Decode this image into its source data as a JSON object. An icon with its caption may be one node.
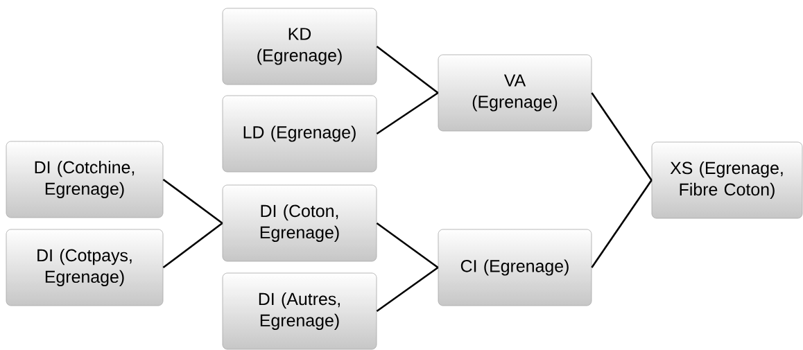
{
  "diagram": {
    "nodes": [
      {
        "text": [
          "KD (Egrenage)"
        ]
      },
      {
        "text": [
          "LD (Egrenage)"
        ]
      },
      {
        "text": [
          "VA (Egrenage)"
        ]
      },
      {
        "text": [
          "DI (Cotchine, Egrenage)"
        ]
      },
      {
        "text": [
          "DI (Cotpays, Egrenage)"
        ]
      },
      {
        "text": [
          "DI (Coton, Egrenage)"
        ]
      },
      {
        "text": [
          "DI (Autres, Egrenage)"
        ]
      },
      {
        "text": [
          "CI (Egrenage)"
        ]
      },
      {
        "text": [
          "XS (Egrenage, Fibre Coton)"
        ]
      }
    ],
    "edges": [
      {
        "from": 0,
        "to": 2,
        "arrow": "none"
      },
      {
        "from": 1,
        "to": 2,
        "arrow": "none"
      },
      {
        "from": 3,
        "to": 5,
        "arrow": "none"
      },
      {
        "from": 4,
        "to": 5,
        "arrow": "none"
      },
      {
        "from": 5,
        "to": 7,
        "arrow": "none"
      },
      {
        "from": 6,
        "to": 7,
        "arrow": "none"
      },
      {
        "from": 2,
        "to": 8,
        "arrow": "none"
      },
      {
        "from": 7,
        "to": 8,
        "arrow": "none"
      }
    ]
  }
}
